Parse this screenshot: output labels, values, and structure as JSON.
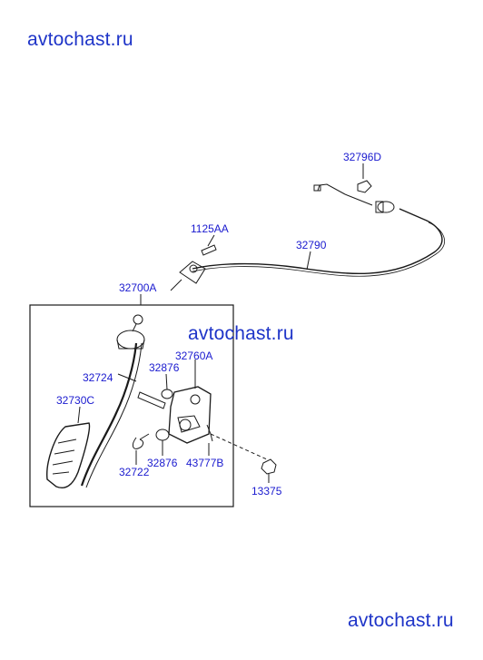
{
  "watermarks": [
    "avtochast.ru",
    "avtochast.ru",
    "avtochast.ru"
  ],
  "parts": {
    "p32796D": "32796D",
    "p1125AA": "1125AA",
    "p32790": "32790",
    "p32700A": "32700A",
    "p32760A": "32760A",
    "p32876_top": "32876",
    "p32724": "32724",
    "p32730C": "32730C",
    "p32722": "32722",
    "p32876_bot": "32876",
    "p43777B": "43777B",
    "p13375": "13375"
  }
}
